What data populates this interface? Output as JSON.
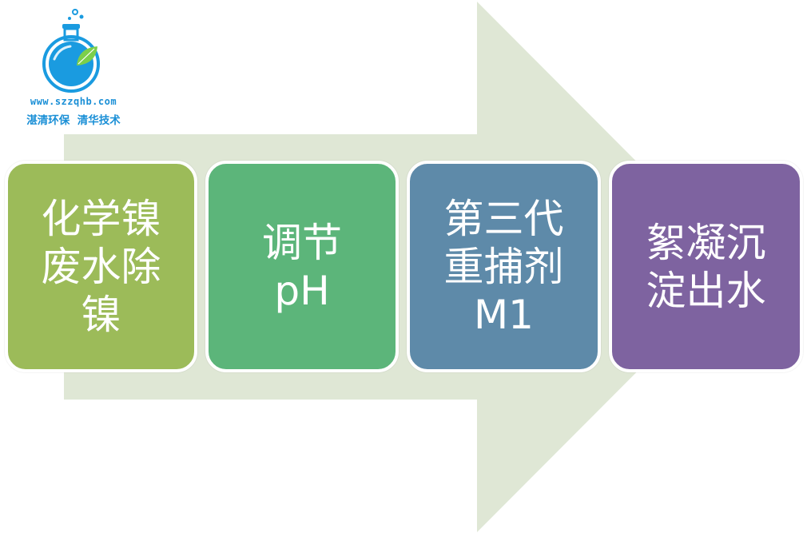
{
  "logo": {
    "url": "www.szzqhb.com",
    "slogan": "湛清环保  清华技术",
    "colors": {
      "flask": "#1a9be0",
      "leaf": "#7ccf4a",
      "text": "#1a8fd6"
    }
  },
  "arrow": {
    "color": "#dfe7d5"
  },
  "steps": [
    {
      "text": "化学镍\n废水除\n镍",
      "color": "#9cbb59"
    },
    {
      "text": "调节\npH",
      "color": "#5cb57a"
    },
    {
      "text": "第三代\n重捕剂\nM1",
      "color": "#5e8aa9"
    },
    {
      "text": "絮凝沉\n淀出水",
      "color": "#7e63a0"
    }
  ]
}
